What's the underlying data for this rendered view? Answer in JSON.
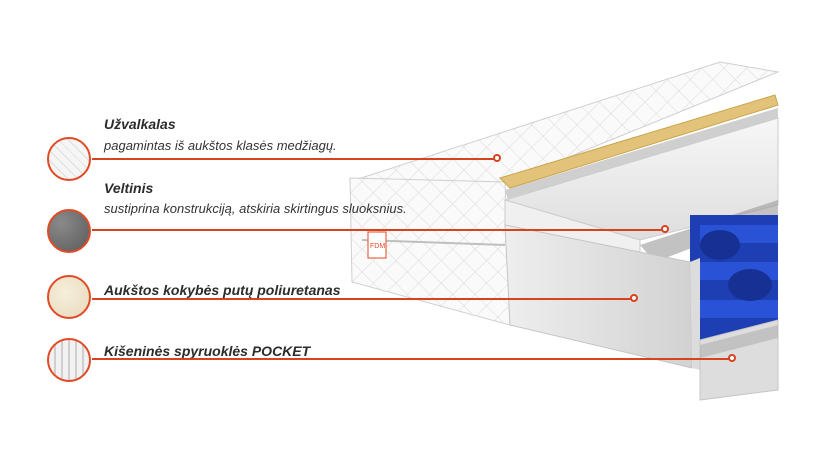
{
  "brand": {
    "logo_text": "FDM"
  },
  "layers": [
    {
      "title": "Užvalkalas",
      "description": "pagamintas iš aukštos klasės medžiagų."
    },
    {
      "title": "Veltinis",
      "description": "sustiprina konstrukciją, atskiria skirtingus sluoksnius."
    },
    {
      "title": "Aukštos kokybės putų poliuretanas",
      "description": ""
    },
    {
      "title": "Kišeninės spyruoklės POCKET",
      "description": ""
    }
  ],
  "colors": {
    "accent": "#d8431f",
    "spring_blue": "#1e3fb3",
    "foam": "#f2f2f2",
    "felt": "#6e6e6e",
    "latex": "#efe6d2"
  }
}
